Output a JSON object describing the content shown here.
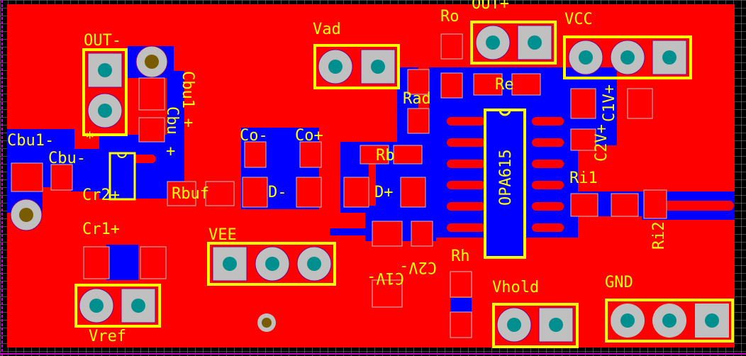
{
  "view": {
    "type": "pcb-layout",
    "chip_label": "OPA615"
  },
  "colors": {
    "top_copper": "#ff0000",
    "bottom_copper": "#0000ff",
    "silkscreen": "#ffff00",
    "pad": "#c0c0c0",
    "drill": "#008f8f",
    "via_hole": "#7a5c00",
    "courtyard": "#ffd700",
    "background": "#000000",
    "board_edge": "#cc00cc"
  },
  "connectors": [
    {
      "id": "out-minus",
      "label": "OUT-",
      "pins": 2
    },
    {
      "id": "vad",
      "label": "Vad",
      "pins": 2
    },
    {
      "id": "out-plus",
      "label": "OUT+",
      "pins": 2
    },
    {
      "id": "vcc",
      "label": "VCC",
      "pins": 3
    },
    {
      "id": "vee",
      "label": "VEE",
      "pins": 3
    },
    {
      "id": "vref",
      "label": "Vref",
      "pins": 2
    },
    {
      "id": "vhold",
      "label": "Vhold",
      "pins": 2
    },
    {
      "id": "gnd",
      "label": "GND",
      "pins": 3
    }
  ],
  "components": {
    "cbu1_plus": "Cbu1",
    "cbu_plus": "Cbu",
    "plus": "+",
    "cbu1_minus": "Cbu1-",
    "cbu_minus": "Cbu-",
    "cr2": "Cr2+",
    "cr1": "Cr1+",
    "rbuf": "Rbuf",
    "co_minus": "Co-",
    "co_plus": "Co+",
    "d_minus": "D-",
    "d_plus": "D+",
    "rb": "Rb",
    "rad": "Rad",
    "ro": "Ro",
    "re": "Re",
    "c1v_plus": "C1V+",
    "c2v_plus": "C2V+",
    "ri1": "Ri1",
    "ri2": "Ri2",
    "rh": "Rh",
    "c1v_minus": "C1V-",
    "c2v_minus": "C2V-",
    "pin1_marker": "*"
  }
}
